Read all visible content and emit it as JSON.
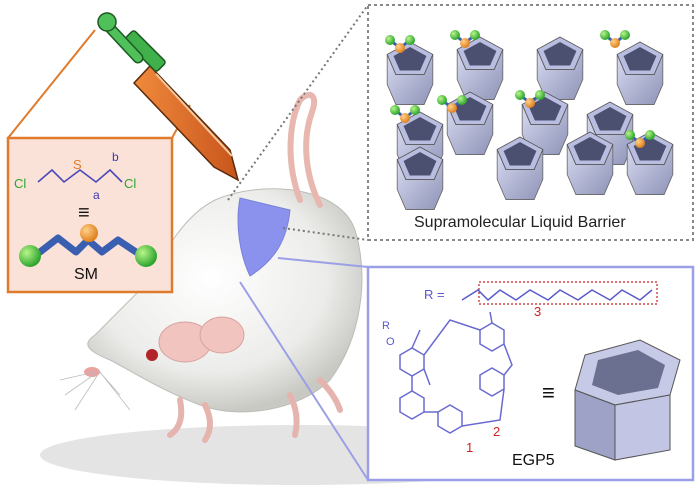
{
  "sm_panel": {
    "label": "SM",
    "atoms": {
      "cl_left": "Cl",
      "s": "S",
      "cl_right": "Cl"
    },
    "bond_a": "a",
    "bond_b": "b",
    "equiv": "≡"
  },
  "barrier_panel": {
    "caption": "Supramolecular Liquid Barrier"
  },
  "egp5_panel": {
    "label": "EGP5",
    "r_def": "R =",
    "chain_atom": "O",
    "index_1": "1",
    "index_2": "2",
    "index_3": "3",
    "r_label": "R",
    "o_label": "O",
    "equiv": "≡"
  },
  "colors": {
    "orange_accent": "#e07a2c",
    "lavender": "#9aa0e0",
    "dotted_border": "#888888",
    "cl_green": "#3fbf3f",
    "s_orange": "#f0a030",
    "bond_purple": "#5a5acb",
    "index_red": "#cc2222"
  }
}
